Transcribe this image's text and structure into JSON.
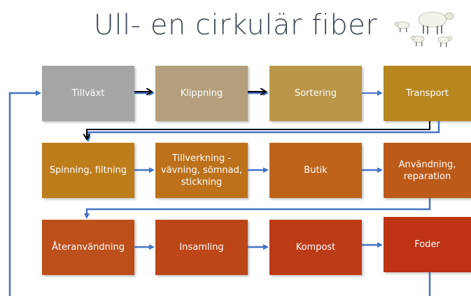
{
  "title": "Ull- en cirkulär fiber",
  "sheep_icon": "sheep-icon",
  "steps": [
    {
      "id": "tillvaxt",
      "label": "Tillväxt",
      "color": "#a5a5a5"
    },
    {
      "id": "klippning",
      "label": "Klippning",
      "color": "#b39f7b"
    },
    {
      "id": "sortering",
      "label": "Sortering",
      "color": "#b99648"
    },
    {
      "id": "transport",
      "label": "Transport",
      "color": "#b8861f"
    },
    {
      "id": "spinning",
      "label": "Spinning, filtning",
      "color": "#bd7d1b"
    },
    {
      "id": "tillverkning",
      "label": "Tillverkning - vävning, sömnad, stickning",
      "color": "#bd711b"
    },
    {
      "id": "butik",
      "label": "Butik",
      "color": "#bd641a"
    },
    {
      "id": "anvandning",
      "label": "Användning, reparation",
      "color": "#bc5a19"
    },
    {
      "id": "ateranvandning",
      "label": "Återanvändning",
      "color": "#bd4f1a"
    },
    {
      "id": "insamling",
      "label": "Insamling",
      "color": "#bc4618"
    },
    {
      "id": "kompost",
      "label": "Kompost",
      "color": "#bc3b17"
    },
    {
      "id": "foder",
      "label": "Foder",
      "color": "#bd3313"
    }
  ],
  "colors": {
    "connector": "#4472c4",
    "arrow_dark": "#000000"
  }
}
